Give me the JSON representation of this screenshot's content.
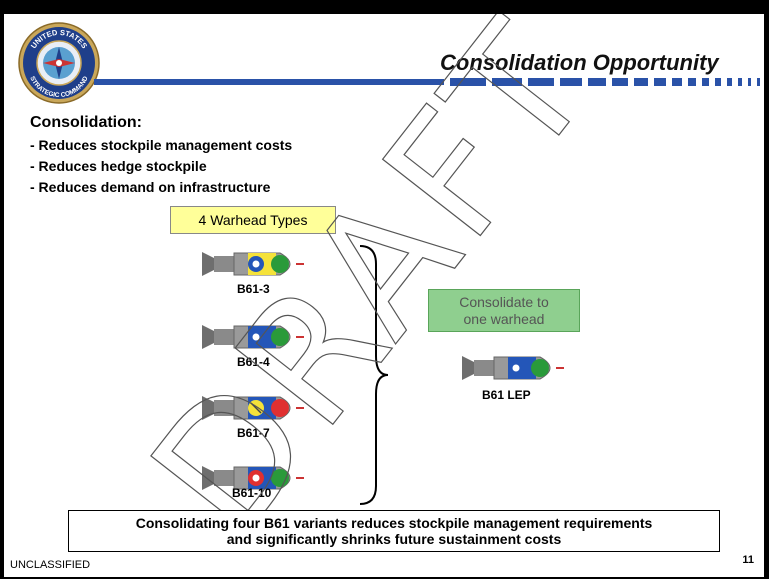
{
  "header": {
    "title": "Consolidation Opportunity",
    "seal": {
      "top_text": "UNITED STATES",
      "bottom_text": "STRATEGIC COMMAND"
    }
  },
  "colors": {
    "stripe_blue": "#2a52a8",
    "green_box": "#8fcf8f",
    "yellow_box": "#ffff99",
    "warhead_gray": "#8a8a8a"
  },
  "consolidation": {
    "heading": "Consolidation:",
    "bullets": [
      "-  Reduces stockpile management costs",
      "-  Reduces hedge stockpile",
      "-  Reduces demand on infrastructure"
    ]
  },
  "types_box": "4 Warhead Types",
  "consolidate_box": {
    "line1": "Consolidate to",
    "line2": "one warhead"
  },
  "warheads": [
    {
      "label": "B61-3"
    },
    {
      "label": "B61-4"
    },
    {
      "label": "B61-7"
    },
    {
      "label": "B61-10"
    }
  ],
  "lep": {
    "label": "B61 LEP"
  },
  "watermark": "DRAFT",
  "summary": {
    "line1": "Consolidating four B61 variants reduces stockpile management requirements",
    "line2": "and significantly shrinks future sustainment costs"
  },
  "footer": {
    "classification": "UNCLASSIFIED",
    "page": "11"
  }
}
